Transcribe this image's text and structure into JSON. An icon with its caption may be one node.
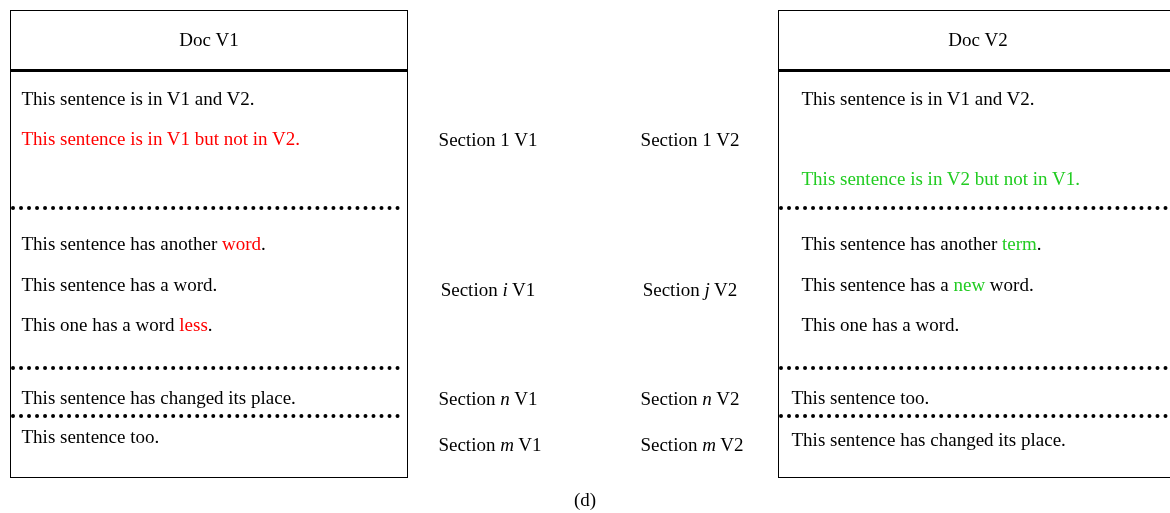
{
  "diagram": {
    "caption": "(d)",
    "nodes": [
      {
        "text": [
          "Doc V1"
        ]
      },
      {
        "text": [
          "This sentence is in V1 and V2.",
          "This sentence is in V1 but not in V2."
        ],
        "in": 0
      },
      {
        "text": [
          "This sentence has another word.",
          "This sentence has a word.",
          "This one has a word less."
        ],
        "in": 0
      },
      {
        "text": [
          "This sentence has changed its place."
        ],
        "in": 0
      },
      {
        "text": [
          "This sentence too."
        ],
        "in": 0
      },
      {
        "text": [
          "Doc V2"
        ]
      },
      {
        "text": [
          "This sentence is in V1 and V2.",
          "This sentence is in V2 but not in V1."
        ],
        "in": 5
      },
      {
        "text": [
          "This sentence has another term.",
          "This sentence has a new word.",
          "This one has a word."
        ],
        "in": 5
      },
      {
        "text": [
          "This sentence too."
        ],
        "in": 5
      },
      {
        "text": [
          "This sentence has changed its place."
        ],
        "in": 5
      }
    ],
    "edges": [],
    "labels": [
      "Section 1 V1",
      "Section 1 V2",
      "Section *i* V1",
      "Section *j* V2",
      "Section *n* V1",
      "Section *n* V2",
      "Section *m* V1",
      "Section *m* V2"
    ]
  }
}
